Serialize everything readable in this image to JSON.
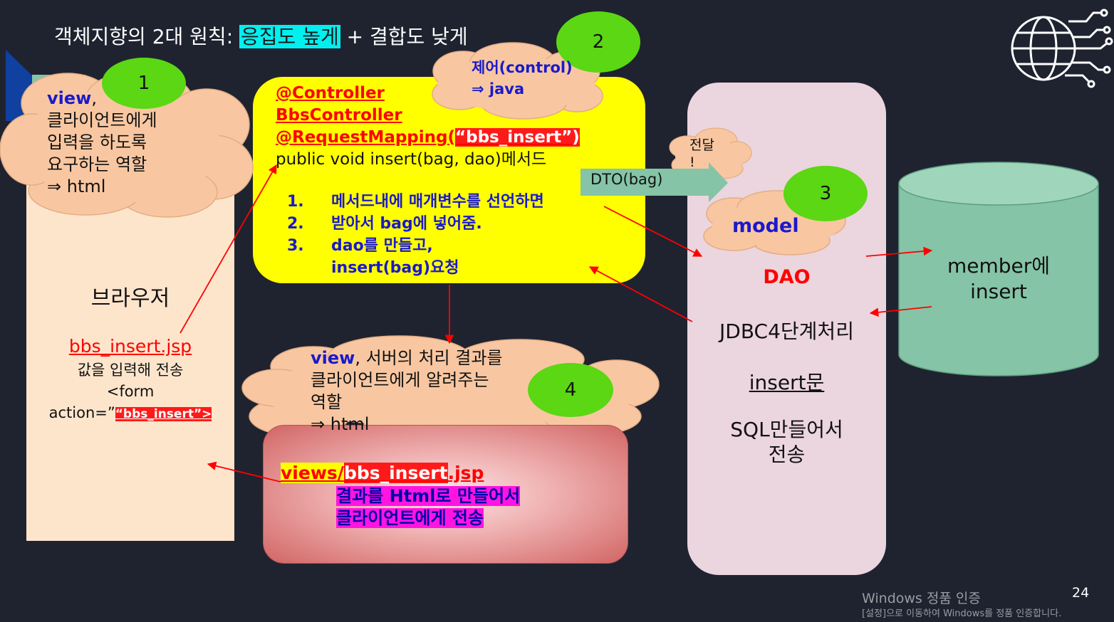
{
  "title": {
    "prefix": "객체지향의 2대 원칙: ",
    "highlight": "응집도 높게",
    "suffix": " + 결합도 낮게"
  },
  "view_cloud": {
    "word": "view",
    "line1_rest": ",",
    "line2": "클라이언트에게",
    "line3": "입력을 하도록",
    "line4": "요구하는 역할",
    "line5": "⇒ html"
  },
  "control_cloud": {
    "line1": "제어(control)",
    "line2": "⇒ java"
  },
  "controller_box": {
    "line1": "@Controller",
    "line2": "BbsController",
    "line3_prefix": "@RequestMapping(",
    "line3_highlight": "“bbs_insert”)",
    "line4": "public void insert(bag, dao)메서드",
    "steps": [
      {
        "num": "1.",
        "text": "메서드내에 매개변수를 선언하면"
      },
      {
        "num": "2.",
        "text": "받아서 bag에 넣어줌."
      },
      {
        "num": "3.",
        "text": "dao를 만들고,"
      },
      {
        "num": "",
        "text": "insert(bag)요청"
      }
    ]
  },
  "browser": {
    "label": "브라우저",
    "jsp": "bbs_insert.jsp",
    "desc": "값을 입력해 전송",
    "form_line1": "<form",
    "form_line2_prefix": "action=”",
    "form_line2_highlight": "“bbs_insert”>"
  },
  "transfer_cloud": {
    "line1": "전달",
    "line2": "!"
  },
  "dto_arrow_label": "DTO(bag)",
  "model_cloud": {
    "label": "model"
  },
  "dao_panel": {
    "title": "DAO",
    "line1": "JDBC4단계처리",
    "line2": "insert문",
    "line3": "SQL만들어서",
    "line4": "전송"
  },
  "database": {
    "line1": "member에",
    "line2": "insert"
  },
  "view_cloud2": {
    "word": "view",
    "line1_rest": ", 서버의 처리 결과를",
    "line2": "클라이언트에게 알려주는",
    "line3": "역할",
    "line4": "⇒ html"
  },
  "result_box": {
    "prefix": "views/",
    "highlight": "bbs_insert",
    "suffix": ".jsp",
    "line2": "결과를 Html로 만들어서",
    "line3": "클라이언트에게 전송"
  },
  "circles": [
    "1",
    "2",
    "3",
    "4"
  ],
  "page_number": "24",
  "watermark": {
    "line1": "Windows 정품 인증",
    "line2": "[설정]으로 이동하여 Windows를 정품 인증합니다."
  },
  "colors": {
    "background": "#1f2330",
    "cloud": "#f8c7a1",
    "yellow": "#ffff00",
    "green": "#5bd713",
    "teal": "#85c4a6",
    "red": "#ff0000"
  }
}
